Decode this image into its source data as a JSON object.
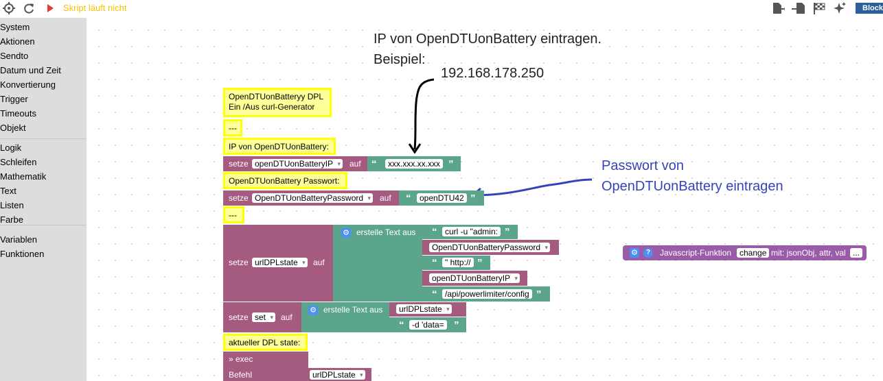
{
  "toolbar": {
    "status": "Skript läuft nicht",
    "tab_label": "Block",
    "icons": [
      "target-icon",
      "refresh-icon",
      "play-icon",
      "export-icon",
      "import-icon",
      "checkered-flag-icon",
      "sparkle-icon"
    ],
    "colors": {
      "status": "#f5c200",
      "play": "#e53935"
    }
  },
  "sidebar": {
    "group1": [
      "System",
      "Aktionen",
      "Sendto",
      "Datum und Zeit",
      "Konvertierung",
      "Trigger",
      "Timeouts",
      "Objekt"
    ],
    "group2": [
      "Logik",
      "Schleifen",
      "Mathematik",
      "Text",
      "Listen",
      "Farbe"
    ],
    "group3": [
      "Variablen",
      "Funktionen"
    ]
  },
  "annotations": {
    "ip_line1": "IP von OpenDTUonBattery eintragen.",
    "ip_line2": "Beispiel:",
    "ip_example": "192.168.178.250",
    "pw_line1": "Passwort von",
    "pw_line2": "OpenDTUonBattery eintragen",
    "colors": {
      "ip_text": "#222222",
      "pw_text": "#3344bb"
    }
  },
  "blocks": {
    "comment_title_line1": "OpenDTUonBatteryy DPL",
    "comment_title_line2": "Ein /Aus curl-Generator",
    "comment_sep1": "---",
    "comment_ip": "IP von OpenDTUonBattery:",
    "set_keyword": "setze",
    "to_keyword": "auf",
    "var_ip": "openDTUonBatteryIP",
    "val_ip": "xxx.xxx.xx.xxx",
    "comment_pw": "OpenDTUonBattery Passwort:",
    "var_pw": "OpenDTUonBatteryPassword",
    "val_pw": "openDTU42",
    "comment_sep2": "----",
    "var_url": "urlDPLstate",
    "create_text": "erstelle Text aus",
    "text_curl": "curl -u \"admin:",
    "ref_pw": "OpenDTUonBatteryPassword",
    "text_http": "\" http://",
    "ref_ip": "openDTUonBatteryIP",
    "text_api": "/api/powerlimiter/config",
    "var_set": "set",
    "ref_url": "urlDPLstate",
    "text_data": "-d 'data=",
    "comment_state": "aktueller DPL state:",
    "exec_label": "» exec",
    "befehl_label": "Befehl",
    "ref_url2": "urlDPLstate"
  },
  "function_block": {
    "label": "Javascript-Funktion",
    "name": "change",
    "params": "mit: jsonObj, attr, val",
    "more": "..."
  },
  "colors": {
    "variables_block": "#a55b80",
    "text_block": "#5ba58c",
    "function_block": "#9a5ca8",
    "comment_bg": "#ffff99",
    "comment_border": "#ffff00",
    "sidebar_bg": "#dddddd",
    "tab_bg": "#2f5f9a"
  }
}
